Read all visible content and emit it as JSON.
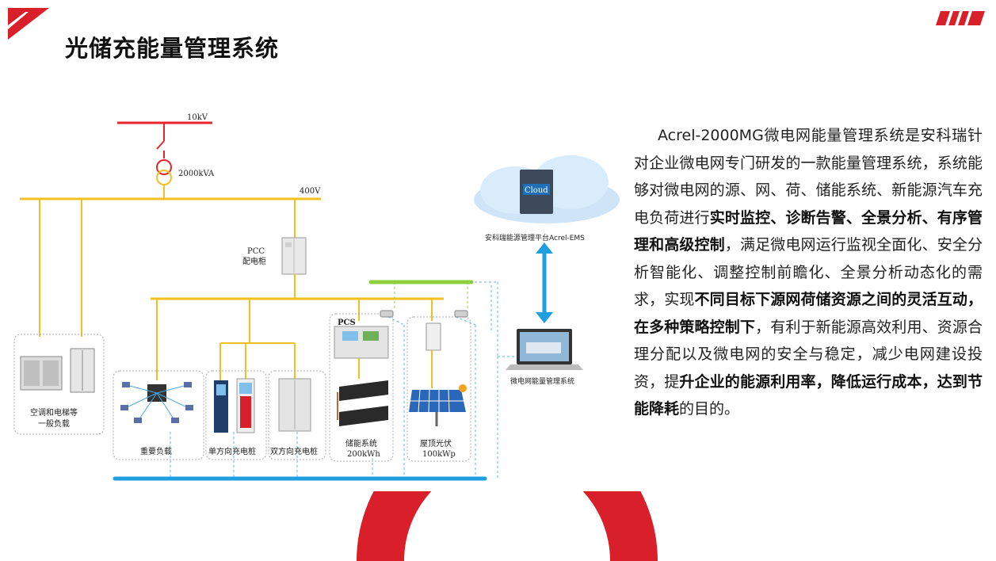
{
  "title": "光储充能量管理系统",
  "colors": {
    "accent_red": "#d9202a",
    "bus_yellow": "#f2c021",
    "comm_blue": "#1f9fe0",
    "green_bus": "#8fcf3c",
    "grid_red": "#e8252b"
  },
  "diagram": {
    "grid_voltage": "10kV",
    "transformer": "2000kVA",
    "lv_bus": "400V",
    "pcc_line1": "PCC",
    "pcc_line2": "配电柜",
    "cloud_label": "Cloud",
    "cloud_platform": "安科瑞能源管理平台Acrel-EMS",
    "ems_label": "微电网能量管理系统",
    "general_load_line1": "空调和电梯等",
    "general_load_line2": "一般负载",
    "important_load": "重要负载",
    "unidirectional_charger": "单方向充电桩",
    "bidirectional_charger": "双方向充电桩",
    "pcs": "PCS",
    "storage_line1": "储能系统",
    "storage_line2": "200kWh",
    "pv_line1": "屋顶光伏",
    "pv_line2": "100kWp"
  },
  "description": {
    "p1": "Acrel-2000MG微电网能量管理系统是安科瑞针对企业微电网专门研发的一款能量管理系统，系统能够对微电网的源、网、荷、储能系统、新能源汽车充电负荷进行",
    "b1": "实时监控、诊断告警、全景分析、有序管理和高级控制",
    "p2": "，满足微电网运行监视全面化、安全分析智能化、调整控制前瞻化、全景分析动态化的需求，实现",
    "b2": "不同目标下源网荷储资源之间的灵活互动，在多种策略控制下",
    "p3": "，有利于新能源高效利用、资源合理分配以及微电网的安全与稳定，减少电网建设投资，提",
    "b3": "升企业的能源利用率，降低运行成本，达到节能降耗",
    "p4": "的目的。"
  },
  "icons": [
    "corner-stripe-icon",
    "brand-stripes-icon",
    "switch-icon",
    "transformer-icon",
    "cabinet-icon",
    "cloud-icon",
    "laptop-icon",
    "camera-icon",
    "charger-icon",
    "battery-icon",
    "inverter-icon",
    "solar-panel-icon",
    "sun-icon",
    "network-icon",
    "air-conditioner-icon",
    "elevator-icon"
  ]
}
